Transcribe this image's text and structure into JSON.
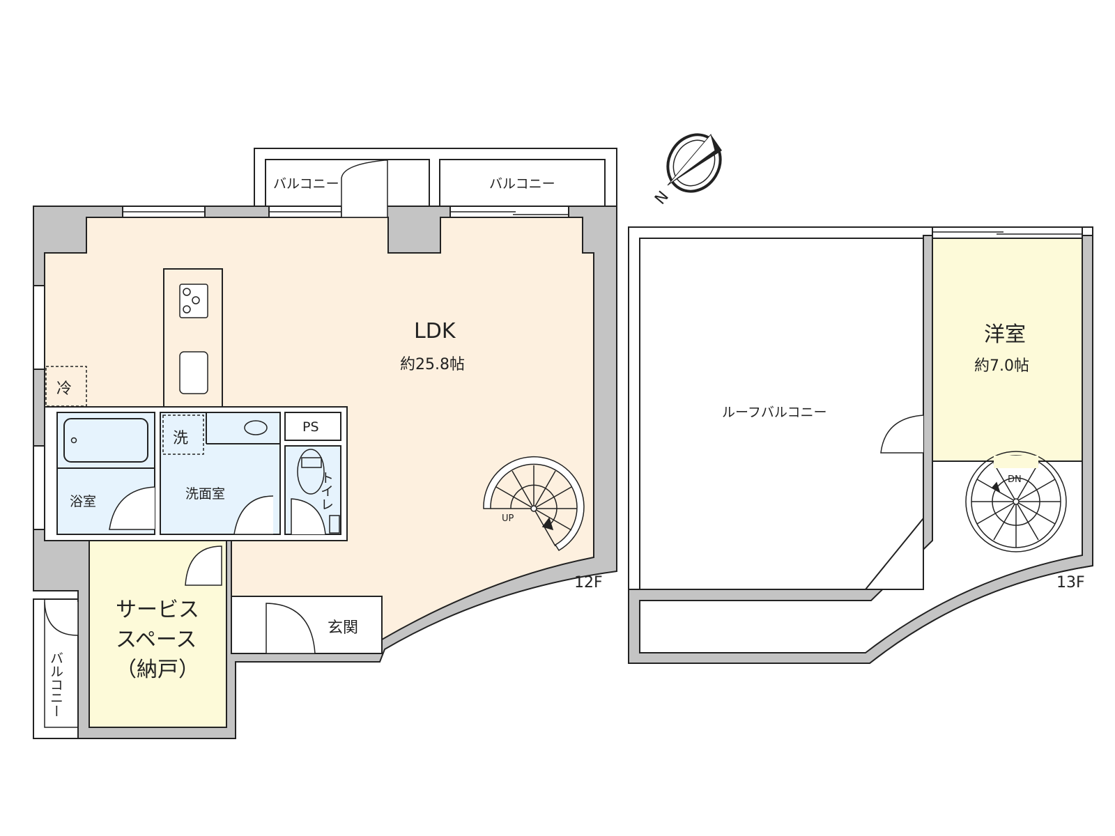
{
  "floors": {
    "lower": {
      "label": "12F"
    },
    "upper": {
      "label": "13F"
    }
  },
  "rooms": {
    "ldk": {
      "name": "LDK",
      "size": "約25.8帖"
    },
    "western": {
      "name": "洋室",
      "size": "約7.0帖"
    },
    "service": {
      "line1": "サービス",
      "line2": "スペース",
      "line3": "（納戸）"
    },
    "bath": {
      "name": "浴室"
    },
    "washroom": {
      "name": "洗面室"
    },
    "toilet": {
      "name": "トイレ"
    },
    "ps": {
      "name": "PS"
    },
    "entrance": {
      "name": "玄関"
    },
    "fridge": {
      "name": "冷"
    },
    "washer": {
      "name": "洗"
    },
    "balcony_1": {
      "name": "バルコニー"
    },
    "balcony_2": {
      "name": "バルコニー"
    },
    "balcony_side": {
      "name": "バルコニー"
    },
    "roof_balcony": {
      "name": "ルーフバルコニー"
    }
  },
  "stairs": {
    "lower_label": "UP",
    "upper_label": "DN"
  },
  "compass": {
    "label": "N"
  },
  "colors": {
    "ldk": "#fdf0df",
    "wet": "#e6f3fd",
    "storage": "#fdfad9",
    "wall": "#c4c4c4"
  }
}
